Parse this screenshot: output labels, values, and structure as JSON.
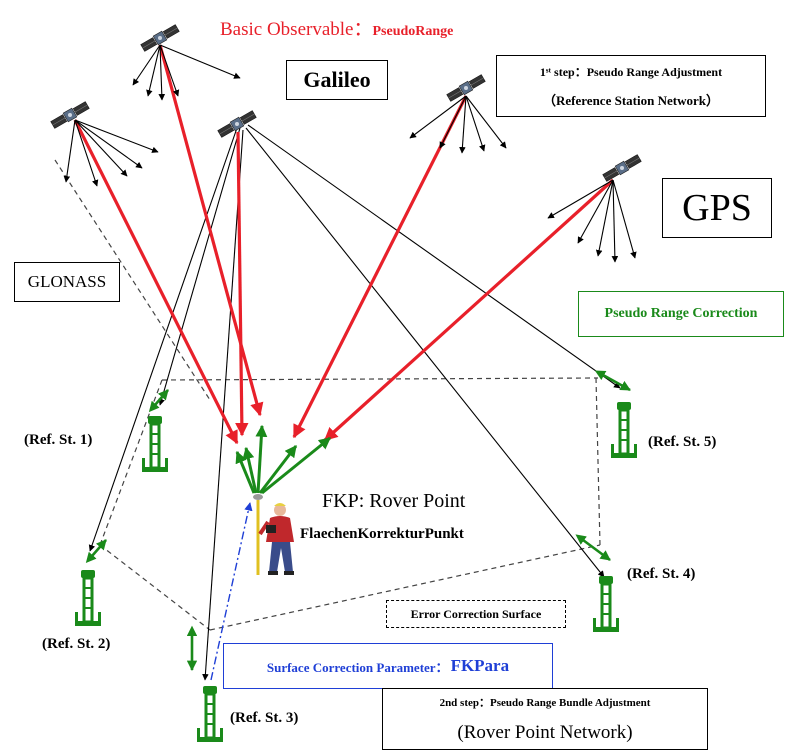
{
  "title": {
    "prefix": "Basic Observable：",
    "highlight": "PseudoRange",
    "color": "#e8202a"
  },
  "constellations": {
    "galileo": "Galileo",
    "gps": "GPS",
    "glonass": "GLONASS"
  },
  "step1": {
    "line1": "1ˢᵗ step：Pseudo Range Adjustment",
    "line2": "（Reference Station Network）"
  },
  "step2": {
    "line1": "2nd step：Pseudo Range Bundle Adjustment",
    "line2": "(Rover Point Network)"
  },
  "pseudo_range_correction": {
    "label": "Pseudo Range Correction",
    "color": "#1a8a1a"
  },
  "rover": {
    "title": "FKP: Rover Point",
    "subtitle": "FlaechenKorrekturPunkt"
  },
  "error_surface": "Error Correction Surface",
  "surface_param": {
    "prefix": "Surface Correction Parameter：",
    "value": "FKPara",
    "color": "#1f3fd6"
  },
  "stations": [
    {
      "id": "st1",
      "label": "(Ref. St. 1)"
    },
    {
      "id": "st2",
      "label": "(Ref. St. 2)"
    },
    {
      "id": "st3",
      "label": "(Ref. St. 3)"
    },
    {
      "id": "st4",
      "label": "(Ref. St. 4)"
    },
    {
      "id": "st5",
      "label": "(Ref. St. 5)"
    }
  ],
  "colors": {
    "signal_red": "#e8202a",
    "antenna_green": "#1a8a1a",
    "dash_blue": "#1f3fd6"
  }
}
